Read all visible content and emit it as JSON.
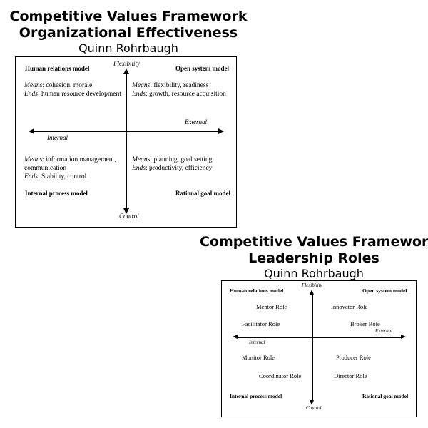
{
  "diagrams": [
    {
      "title_line1": "Competitive Values Framework",
      "title_line2": "Organizational Effectiveness",
      "author": "Quinn Rohrbaugh",
      "axes": {
        "top": "Flexibility",
        "bottom": "Control",
        "left": "Internal",
        "right": "External"
      },
      "quadrants": {
        "top_left": {
          "model": "Human relations model",
          "means_label": "Means",
          "means_value": ":  cohesion, morale",
          "ends_label": "Ends",
          "ends_value": ": human resource development"
        },
        "top_right": {
          "model": "Open system model",
          "means_label": "Means",
          "means_value": ": flexibility, readiness",
          "ends_label": "Ends",
          "ends_value": ": growth, resource acquisition"
        },
        "bottom_left": {
          "model": "Internal process model",
          "means_label": "Means",
          "means_value": ":  information management,",
          "means_value2": "communication",
          "ends_label": "Ends",
          "ends_value": ": Stability, control"
        },
        "bottom_right": {
          "model": "Rational goal model",
          "means_label": "Means",
          "means_value": ": planning, goal setting",
          "ends_label": "Ends",
          "ends_value": ": productivity, efficiency"
        }
      }
    },
    {
      "title_line1": "Competitive Values Framework",
      "title_line2": "Leadership Roles",
      "author": "Quinn Rohrbaugh",
      "axes": {
        "top": "Flexibility",
        "bottom": "Control",
        "left": "Internal",
        "right": "External"
      },
      "quadrants": {
        "top_left": {
          "model": "Human relations model",
          "role1": "Mentor Role",
          "role2": "Facilitator Role"
        },
        "top_right": {
          "model": "Open system model",
          "role1": "Innovator Role",
          "role2": "Broker Role"
        },
        "bottom_left": {
          "model": "Internal process model",
          "role1": "Monitor Role",
          "role2": "Coordinator Role"
        },
        "bottom_right": {
          "model": "Rational goal model",
          "role1": "Producer Role",
          "role2": "Director Role"
        }
      }
    }
  ],
  "colors": {
    "background": "#ffffff",
    "ink": "#000000"
  }
}
